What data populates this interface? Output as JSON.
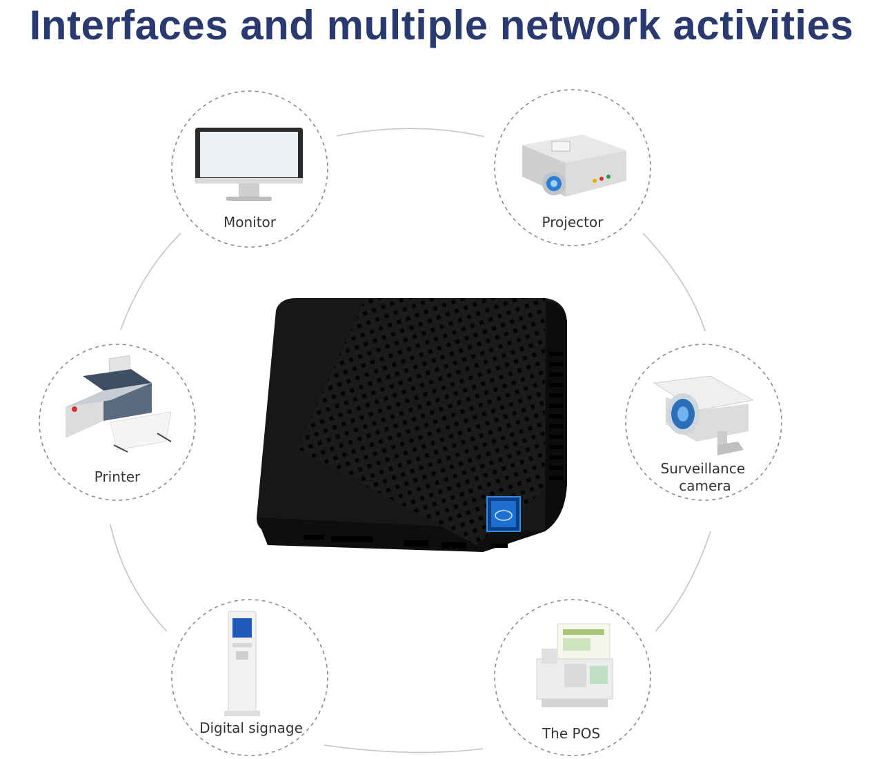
{
  "title": "Interfaces and multiple network activities",
  "colors": {
    "title": "#2a3a6e",
    "ring": "#bfbfbf",
    "circle_border": "#888888",
    "device": "#1a1a1a",
    "badge": "#1f6fd1"
  },
  "devices": [
    {
      "id": "monitor",
      "icon": "monitor-icon",
      "label_lines": [
        "Monitor"
      ]
    },
    {
      "id": "projector",
      "icon": "projector-icon",
      "label_lines": [
        "Projector"
      ]
    },
    {
      "id": "printer",
      "icon": "printer-icon",
      "label_lines": [
        "Printer"
      ]
    },
    {
      "id": "surveillance-camera",
      "icon": "camera-icon",
      "label_lines": [
        "Surveillance",
        "camera"
      ]
    },
    {
      "id": "digital-signage",
      "icon": "kiosk-icon",
      "label_lines": [
        "Digital signage"
      ]
    },
    {
      "id": "the-pos",
      "icon": "pos-icon",
      "label_lines": [
        "The POS"
      ]
    }
  ],
  "center_device": {
    "icon": "mini-pc-icon"
  }
}
